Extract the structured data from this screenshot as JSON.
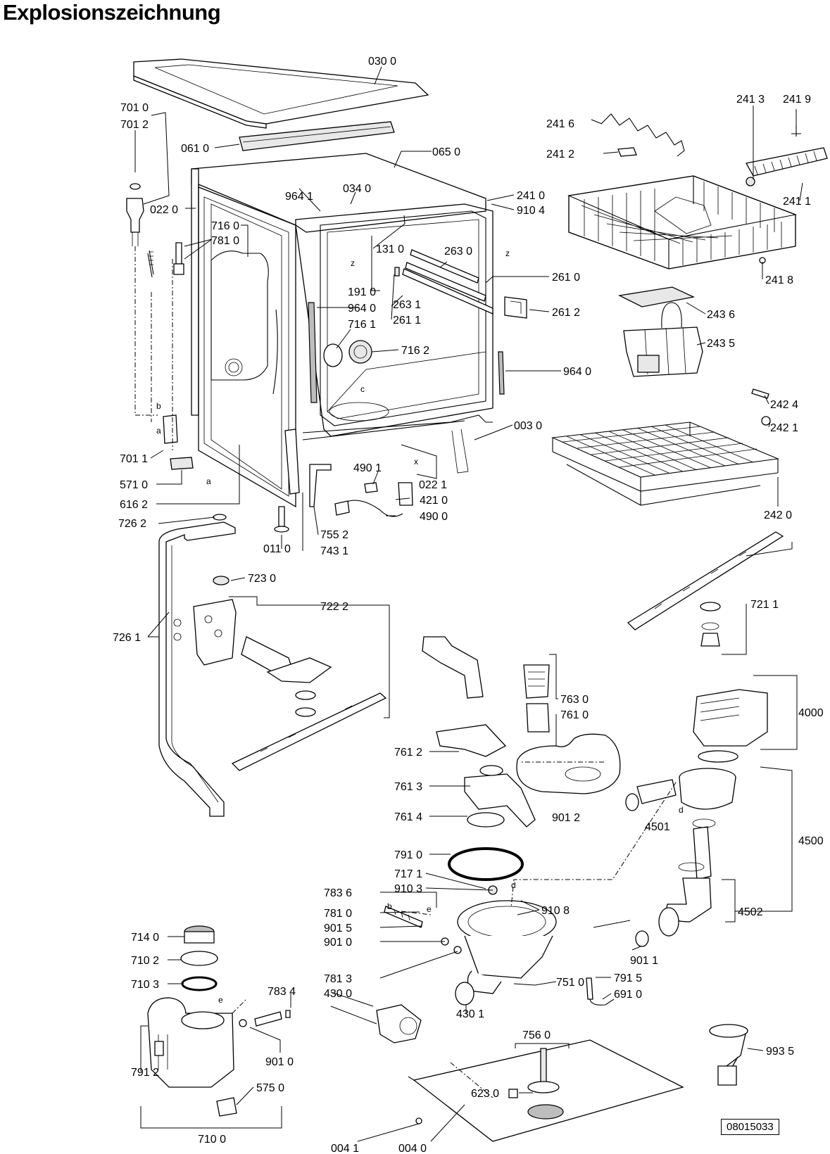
{
  "title": "Explosionszeichnung",
  "doc_number": "08015033",
  "part_labels": {
    "p0300": "030 0",
    "p7010": "701 0",
    "p7012": "701 2",
    "p0610": "061 0",
    "p0650": "065 0",
    "p0220": "022 0",
    "p9641a": "964 1",
    "p0340": "034 0",
    "p2410": "241 0",
    "p9104": "910 4",
    "p7160": "716 0",
    "p7810a": "781 0",
    "p1310": "131 0",
    "p2630": "263 0",
    "p2610": "261 0",
    "p1910": "191 0",
    "p9640a": "964 0",
    "p2631": "263 1",
    "p2611": "261 1",
    "p2612": "261 2",
    "p7161": "716 1",
    "p7162": "716 2",
    "p9640b": "964 0",
    "p0030": "003 0",
    "p7011": "701 1",
    "p5710": "571 0",
    "p6162": "616 2",
    "p4901": "490 1",
    "p0221": "022 1",
    "p4210": "421 0",
    "p4900": "490 0",
    "p7262": "726 2",
    "p0110": "011 0",
    "p7552": "755 2",
    "p7431": "743 1",
    "p7230": "723 0",
    "p7222": "722 2",
    "p7261": "726 1",
    "p2416": "241 6",
    "p2412": "241 2",
    "p2413": "241 3",
    "p2419": "241 9",
    "p2411": "241 1",
    "p2418": "241 8",
    "p2436": "243 6",
    "p2435": "243 5",
    "p2424": "242 4",
    "p2421": "242 1",
    "p2420": "242 0",
    "p7211": "721 1",
    "p7630": "763 0",
    "p7610": "761 0",
    "p4000": "4000",
    "p7612": "761 2",
    "p7613": "761 3",
    "p7614": "761 4",
    "p9012": "901 2",
    "p4501": "4501",
    "p4500": "4500",
    "p7910": "791 0",
    "p7171": "717 1",
    "p9103": "910 3",
    "p7836": "783 6",
    "p9108": "910 8",
    "p7810b": "781 0",
    "p4502": "4502",
    "p9015": "901 5",
    "p9010a": "901 0",
    "p9011": "901 1",
    "p7813": "781 3",
    "p7510": "751 0",
    "p7915": "791 5",
    "p4300": "430 0",
    "p6910": "691 0",
    "p4301": "430 1",
    "p7140": "714 0",
    "p7102": "710 2",
    "p7103": "710 3",
    "p7834": "783 4",
    "p9010b": "901 0",
    "p7912": "791 2",
    "p5750": "575 0",
    "p7100": "710 0",
    "p7560": "756 0",
    "p6230": "623 0",
    "p9935": "993 5",
    "p0041": "004 1",
    "p0040": "004 0"
  },
  "letter_marks": {
    "a1": "a",
    "a2": "a",
    "b1": "b",
    "b2": "b",
    "c": "c",
    "d1": "d",
    "d2": "d",
    "e1": "e",
    "e2": "e",
    "x": "x",
    "z1": "z",
    "z2": "z"
  }
}
